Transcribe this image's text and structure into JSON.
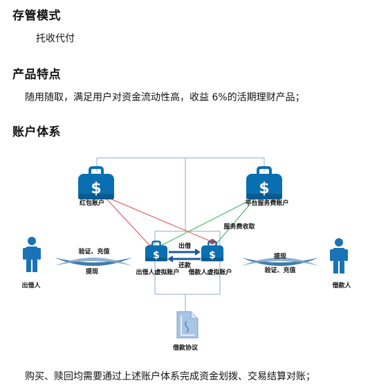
{
  "sections": {
    "custody": {
      "heading": "存管模式",
      "text": "托收代付"
    },
    "features": {
      "heading": "产品特点",
      "text": "随用随取，满足用户对资金流动性高，收益 6%的活期理财产品；"
    },
    "accounts": {
      "heading": "账户体系"
    }
  },
  "diagram": {
    "red_packet_account": "红包账户",
    "platform_fee_account": "平台服务费账户",
    "lender_virtual_account": "出借人虚拟账户",
    "borrower_virtual_account": "借款人虚拟账户",
    "lender": "出借人",
    "borrower": "借款人",
    "loan_agreement": "借款协议",
    "flow_lend": "出借",
    "flow_repay": "还款",
    "flow_fee": "服务费收取",
    "left_verify_recharge": "验证、充值",
    "left_withdraw": "提现",
    "right_withdraw": "提现",
    "right_verify_recharge": "验证、充值",
    "dollar_symbol": "$",
    "colors": {
      "bag_blue": "#0a6fb0",
      "person_blue": "#1a73b5",
      "red_line": "#e34b4b",
      "green_line": "#3cae52"
    }
  },
  "footer": {
    "text": "购买、赎回均需要通过上述账户体系完成资金划拨、交易结算对账；"
  }
}
